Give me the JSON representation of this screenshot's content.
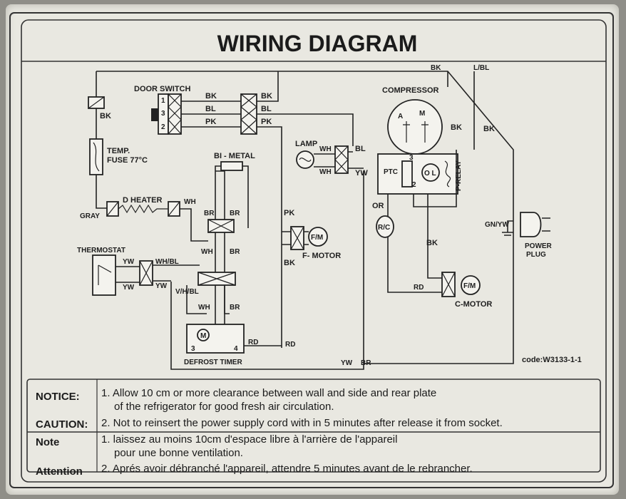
{
  "title": "WIRING DIAGRAM",
  "code": "code:W3133-1-1",
  "components": {
    "door_switch": "DOOR SWITCH",
    "temp_fuse": [
      "TEMP.",
      "FUSE 77°C"
    ],
    "bimetal": "BI - METAL",
    "lamp": "LAMP",
    "d_heater": "D HEATER",
    "thermostat": "THERMOSTAT",
    "defrost_timer": "DEFROST TIMER",
    "compressor": "COMPRESSOR",
    "ptc": "PTC",
    "ol": "O L",
    "p_relay": "P-RELAY",
    "or": "OR",
    "rc": "R/C",
    "fm": "F/M",
    "f_motor": "F- MOTOR",
    "c_motor": "C-MOTOR",
    "power_plug": [
      "POWER",
      "PLUG"
    ],
    "gn_yw": "GN/YW"
  },
  "wire_colors": {
    "bk": "BK",
    "bl": "BL",
    "pk": "PK",
    "wh": "WH",
    "br": "BR",
    "rd": "RD",
    "yw": "YW",
    "gray": "GRAY",
    "lbl": "L/BL",
    "whbl": "WH/BL",
    "vhbl": "V/H/BL"
  },
  "terminals": {
    "one": "1",
    "two": "2",
    "three": "3",
    "four": "4",
    "a": "A",
    "m": "M",
    "m_timer": "M"
  },
  "notice": {
    "notice_label": "NOTICE:",
    "caution_label": "CAUTION:",
    "note_label": "Note",
    "attention_label": "Attention",
    "line1": "1. Allow 10 cm or more clearance between wall and side and rear plate",
    "line1b": "of the refrigerator for good fresh air  circulation.",
    "line2": "2. Not to reinsert the power supply cord with in 5 minutes after release it from  socket.",
    "line3": "1. laissez au moins 10cm d'espace libre à l'arrière de l'appareil",
    "line3b": "pour une bonne ventilation.",
    "line4": "2. Aprés avoir débranché l'appareil, attendre 5 minutes avant  de le rebrancher."
  }
}
